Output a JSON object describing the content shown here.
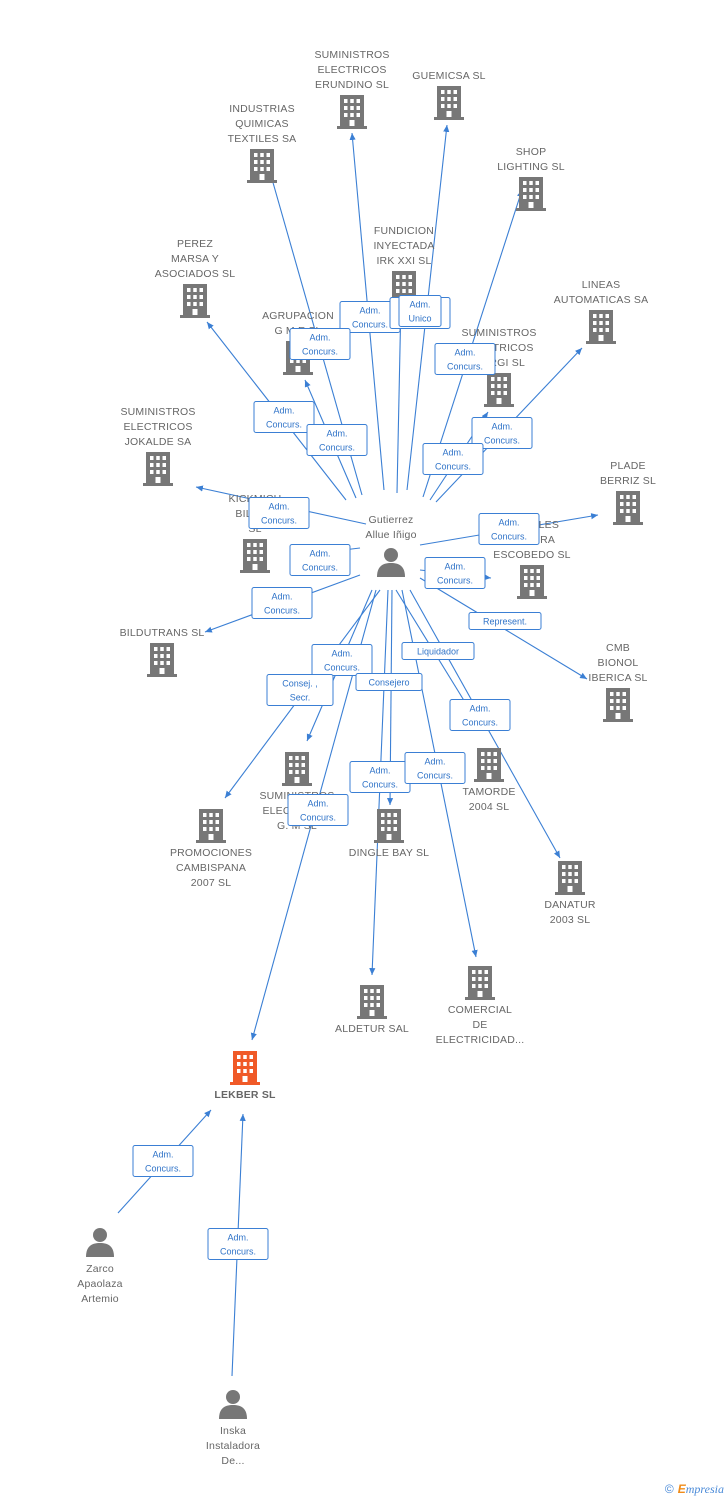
{
  "colors": {
    "edge": "#3b7fd4",
    "company": "#777777",
    "highlight": "#f05a28",
    "person": "#777777"
  },
  "footer": {
    "copyright": "©",
    "brand_first": "E",
    "brand_rest": "mpresia"
  },
  "nodes": [
    {
      "id": "gutierrez",
      "kind": "person",
      "lines": [
        "Gutierrez",
        "Allue Iñigo"
      ]
    },
    {
      "id": "suministros_erundino",
      "kind": "company",
      "lines": [
        "SUMINISTROS",
        "ELECTRICOS",
        "ERUNDINO SL"
      ]
    },
    {
      "id": "guemicsa",
      "kind": "company",
      "lines": [
        "GUEMICSA SL"
      ]
    },
    {
      "id": "industrias",
      "kind": "company",
      "lines": [
        "INDUSTRIAS",
        "QUIMICAS",
        "TEXTILES SA"
      ]
    },
    {
      "id": "shop",
      "kind": "company",
      "lines": [
        "SHOP",
        "LIGHTING SL"
      ]
    },
    {
      "id": "fundicion",
      "kind": "company",
      "lines": [
        "FUNDICION",
        "INYECTADA",
        "IRK XXI SL"
      ]
    },
    {
      "id": "perez",
      "kind": "company",
      "lines": [
        "PEREZ",
        "MARSA Y",
        "ASOCIADOS SL"
      ]
    },
    {
      "id": "lineas",
      "kind": "company",
      "lines": [
        "LINEAS",
        "AUTOMATICAS SA"
      ]
    },
    {
      "id": "agrupacion",
      "kind": "company",
      "lines": [
        "AGRUPACION",
        "G M E SL"
      ]
    },
    {
      "id": "suministros_elirgi",
      "kind": "company",
      "lines": [
        "SUMINISTROS",
        "ELECTRICOS",
        "ELIRGI SL"
      ]
    },
    {
      "id": "jokalde",
      "kind": "company",
      "lines": [
        "SUMINISTROS",
        "ELECTRICOS",
        "JOKALDE SA"
      ]
    },
    {
      "id": "plade",
      "kind": "company",
      "lines": [
        "PLADE",
        "BERRIZ SL"
      ]
    },
    {
      "id": "kickmich",
      "kind": "company",
      "lines": [
        "KICKMICH",
        "BILBAO",
        "SL"
      ]
    },
    {
      "id": "escobedo",
      "kind": "company",
      "lines": [
        "BIDEOLES",
        "MADERA",
        "ESCOBEDO SL"
      ]
    },
    {
      "id": "unnamed_mid",
      "kind": "company",
      "lines": []
    },
    {
      "id": "bildutrans",
      "kind": "company",
      "lines": [
        "BILDUTRANS SL"
      ]
    },
    {
      "id": "cmb",
      "kind": "company",
      "lines": [
        "CMB",
        "BIONOL",
        "IBERICA SL"
      ]
    },
    {
      "id": "suministros_gm",
      "kind": "company",
      "lines": [
        "SUMINISTROS",
        "ELECTRICOS",
        "G. M SL"
      ]
    },
    {
      "id": "tamorde",
      "kind": "company",
      "lines": [
        "TAMORDE",
        "2004 SL"
      ]
    },
    {
      "id": "promociones",
      "kind": "company",
      "lines": [
        "PROMOCIONES",
        "CAMBISPANA",
        "2007 SL"
      ]
    },
    {
      "id": "dingle",
      "kind": "company",
      "lines": [
        "DINGLE BAY SL"
      ]
    },
    {
      "id": "danatur",
      "kind": "company",
      "lines": [
        "DANATUR",
        "2003 SL"
      ]
    },
    {
      "id": "aldetur",
      "kind": "company",
      "lines": [
        "ALDETUR SAL"
      ]
    },
    {
      "id": "comercial",
      "kind": "company",
      "lines": [
        "COMERCIAL",
        "DE",
        "ELECTRICIDAD..."
      ]
    },
    {
      "id": "lekber",
      "kind": "company",
      "highlight": true,
      "lines": [
        "LEKBER SL"
      ]
    },
    {
      "id": "zarco",
      "kind": "person",
      "lines": [
        "Zarco",
        "Apaolaza",
        "Artemio"
      ]
    },
    {
      "id": "inska",
      "kind": "person",
      "lines": [
        "Inska",
        "Instaladora",
        "De..."
      ]
    }
  ],
  "edges": [
    {
      "from": "gutierrez",
      "to": "suministros_erundino",
      "role": [
        "Adm.",
        "Concurs."
      ]
    },
    {
      "from": "gutierrez",
      "to": "guemicsa",
      "role": [
        "Adm.",
        "Concurs."
      ]
    },
    {
      "from": "gutierrez",
      "to": "industrias",
      "role": [
        "Adm.",
        "Concurs."
      ]
    },
    {
      "from": "gutierrez",
      "to": "shop",
      "role": [
        "Adm.",
        "Concurs."
      ]
    },
    {
      "from": "gutierrez",
      "to": "fundicion",
      "role": [
        "Adm.",
        "Unico"
      ]
    },
    {
      "from": "gutierrez",
      "to": "perez",
      "role": [
        "Adm.",
        "Concurs."
      ]
    },
    {
      "from": "gutierrez",
      "to": "lineas",
      "role": [
        "Adm.",
        "Concurs."
      ]
    },
    {
      "from": "gutierrez",
      "to": "agrupacion",
      "role": [
        "Adm.",
        "Concurs."
      ]
    },
    {
      "from": "gutierrez",
      "to": "suministros_elirgi",
      "role": [
        "Adm.",
        "Concurs."
      ]
    },
    {
      "from": "gutierrez",
      "to": "jokalde",
      "role": [
        "Adm.",
        "Concurs."
      ]
    },
    {
      "from": "gutierrez",
      "to": "plade",
      "role": [
        "Adm.",
        "Concurs."
      ]
    },
    {
      "from": "gutierrez",
      "to": "kickmich",
      "role": [
        "Adm.",
        "Concurs."
      ]
    },
    {
      "from": "gutierrez",
      "to": "escobedo",
      "role": [
        "Adm.",
        "Concurs."
      ]
    },
    {
      "from": "gutierrez",
      "to": "bildutrans",
      "role": [
        "Adm.",
        "Concurs."
      ]
    },
    {
      "from": "gutierrez",
      "to": "cmb",
      "role": [
        "Represent."
      ]
    },
    {
      "from": "gutierrez",
      "to": "suministros_gm",
      "role": [
        "Adm.",
        "Concurs."
      ]
    },
    {
      "from": "gutierrez",
      "to": "tamorde",
      "role": [
        "Liquidador"
      ]
    },
    {
      "from": "gutierrez",
      "to": "promociones",
      "role": [
        "Consej. ,",
        "Secr."
      ]
    },
    {
      "from": "gutierrez",
      "to": "dingle",
      "role": [
        "Consejero"
      ]
    },
    {
      "from": "gutierrez",
      "to": "danatur",
      "role": [
        "Adm.",
        "Concurs."
      ]
    },
    {
      "from": "gutierrez",
      "to": "aldetur",
      "role": [
        "Adm.",
        "Concurs."
      ]
    },
    {
      "from": "gutierrez",
      "to": "comercial",
      "role": [
        "Adm.",
        "Concurs."
      ]
    },
    {
      "from": "gutierrez",
      "to": "lekber",
      "role": [
        "Adm.",
        "Concurs."
      ]
    },
    {
      "from": "zarco",
      "to": "lekber",
      "role": [
        "Adm.",
        "Concurs."
      ]
    },
    {
      "from": "inska",
      "to": "lekber",
      "role": [
        "Adm.",
        "Concurs."
      ]
    }
  ]
}
